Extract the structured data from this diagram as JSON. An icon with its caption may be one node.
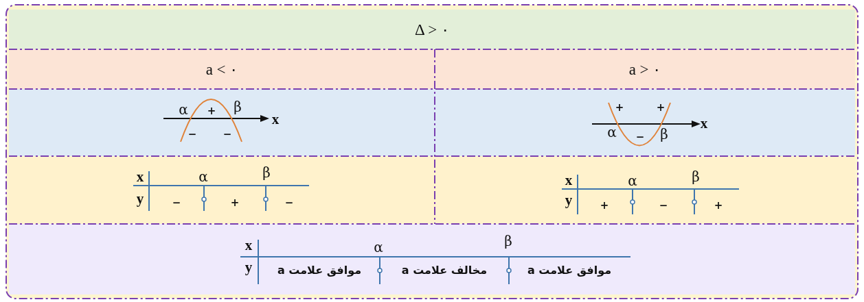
{
  "diagram": {
    "nodes": [
      {
        "text": [
          "Δ > ۰"
        ]
      },
      {
        "text": [
          "a < ۰"
        ]
      },
      {
        "text": [
          "a > ۰"
        ]
      }
    ],
    "edges": [],
    "labels": [
      "α",
      "+",
      "β",
      "x",
      "−",
      "−",
      "+",
      "+",
      "x",
      "α",
      "−",
      "β",
      "x",
      "α",
      "β",
      "y",
      "−",
      "+",
      "−",
      "x",
      "α",
      "β",
      "y",
      "+",
      "−",
      "+",
      "x",
      "α",
      "β",
      "y",
      "موافق علامت a",
      "مخالف علامت a",
      "موافق علامت a"
    ]
  }
}
